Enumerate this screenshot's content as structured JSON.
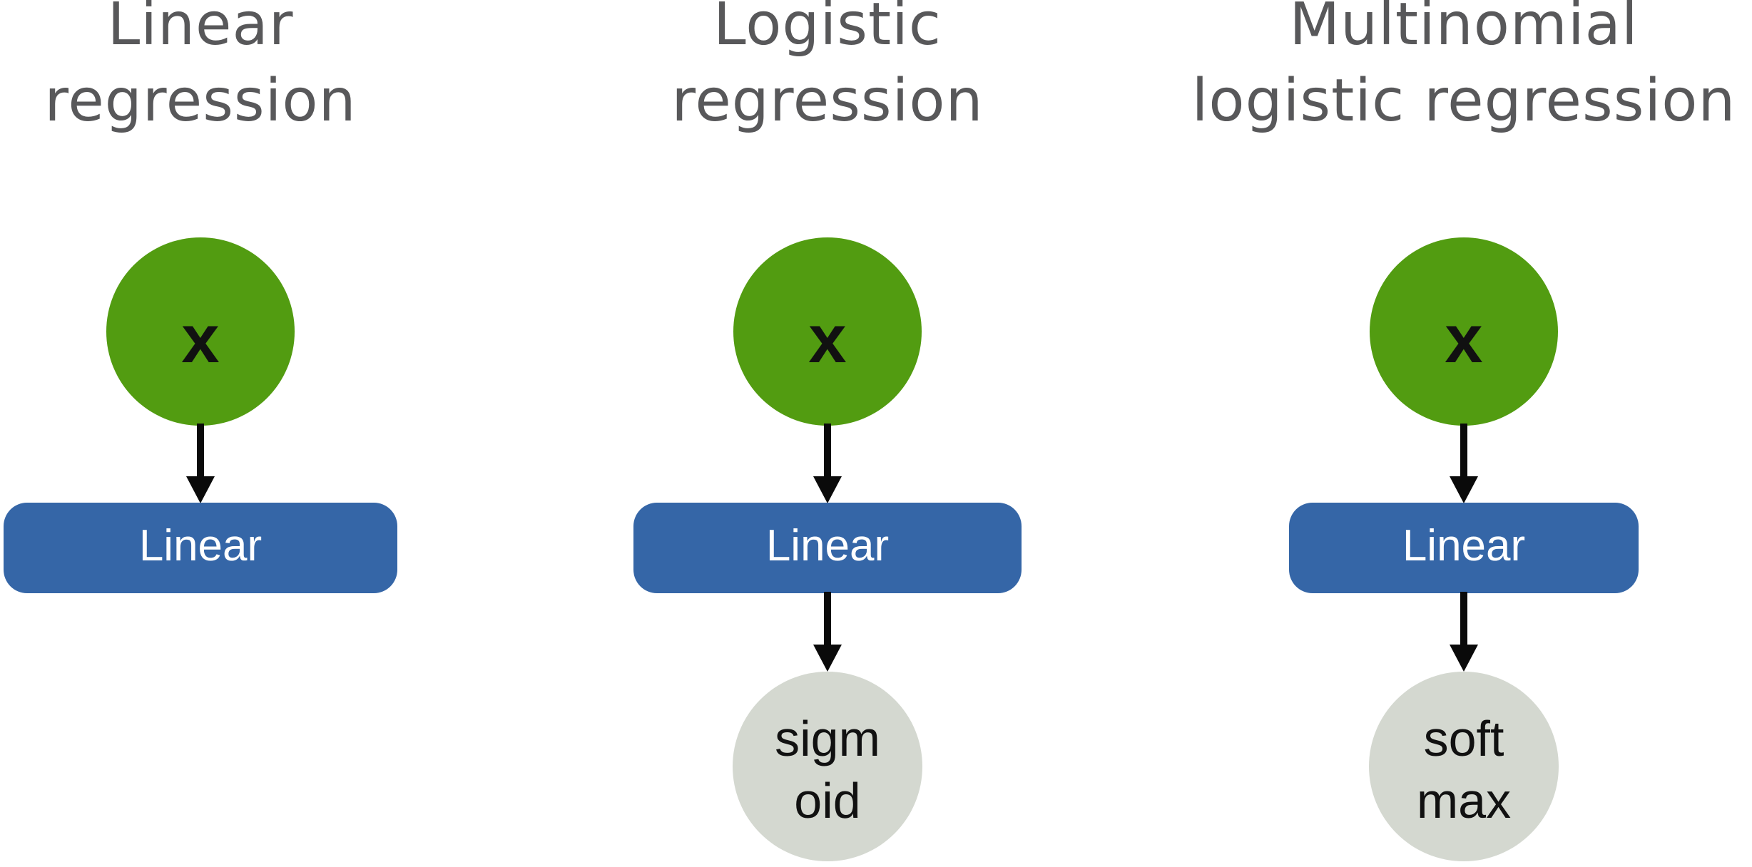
{
  "diagram": {
    "background": "#ffffff",
    "columns": [
      {
        "title": "Linear\nregression",
        "input": {
          "label": "x"
        },
        "linear": {
          "label": "Linear"
        },
        "activation": null
      },
      {
        "title": "Logistic\nregression",
        "input": {
          "label": "x"
        },
        "linear": {
          "label": "Linear"
        },
        "activation": {
          "name": "sigmoid",
          "label": "sigm\noid"
        }
      },
      {
        "title": "Multinomial\nlogistic regression",
        "input": {
          "label": "x"
        },
        "linear": {
          "label": "Linear"
        },
        "activation": {
          "name": "softmax",
          "label": "soft\nmax"
        }
      }
    ],
    "colors": {
      "input_node_green": "#529c11",
      "linear_box_blue": "#3566a7",
      "activation_node_gray": "#d4d8d0",
      "title_gray": "#58585a",
      "arrow_black": "#0a0a0a",
      "linear_text_white": "#ffffff",
      "node_text_black": "#111111"
    }
  }
}
